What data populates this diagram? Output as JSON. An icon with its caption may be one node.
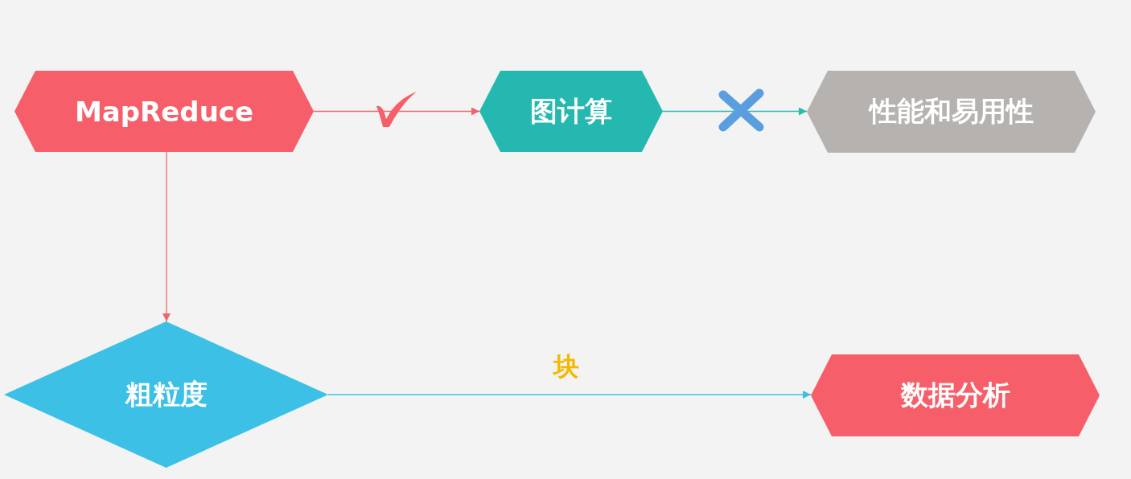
{
  "diagram": {
    "nodes": [
      {
        "text": [
          "MapReduce"
        ]
      },
      {
        "text": [
          "图计算"
        ]
      },
      {
        "text": [
          "性能和易用性"
        ]
      },
      {
        "text": [
          "粗粒度"
        ]
      },
      {
        "text": [
          "数据分析"
        ]
      }
    ],
    "edges": [
      {
        "from": 0,
        "to": 1,
        "arrow": "to",
        "color": "#f0646c"
      },
      {
        "from": 1,
        "to": 2,
        "arrow": "to",
        "color": "#2bb8b0"
      },
      {
        "from": 0,
        "to": 3,
        "arrow": "to",
        "color": "#f0646c"
      },
      {
        "from": 3,
        "to": 4,
        "arrow": "to",
        "label": "块",
        "color": "#3cc0e6"
      }
    ]
  }
}
